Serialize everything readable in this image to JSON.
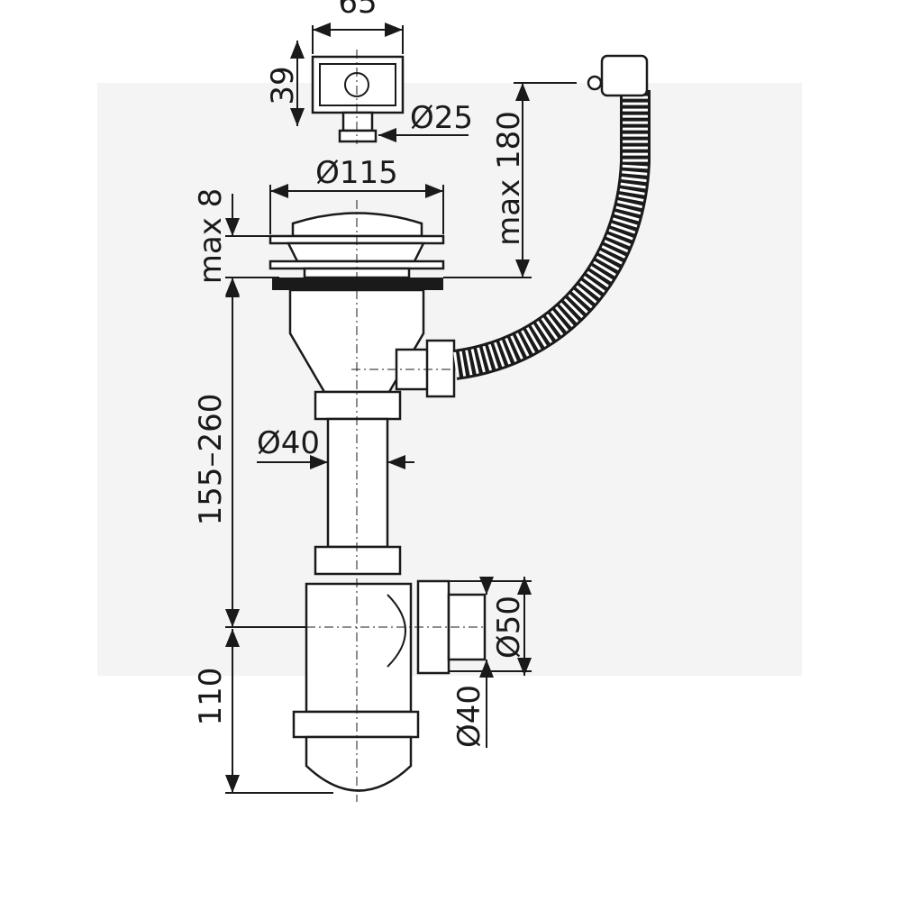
{
  "title": "Sink siphon with overflow — dimension drawing",
  "dimensions": {
    "overflow_width": "65",
    "overflow_height": "39",
    "overflow_outlet_diameter": "Ø25",
    "strainer_diameter": "Ø115",
    "max_sink_thickness": "max 8",
    "max_overflow_height": "max 180",
    "height_range": "155–260",
    "tube_diameter": "Ø40",
    "outlet_diameter_outer": "Ø50",
    "outlet_diameter_inner": "Ø40",
    "trap_height": "110"
  }
}
